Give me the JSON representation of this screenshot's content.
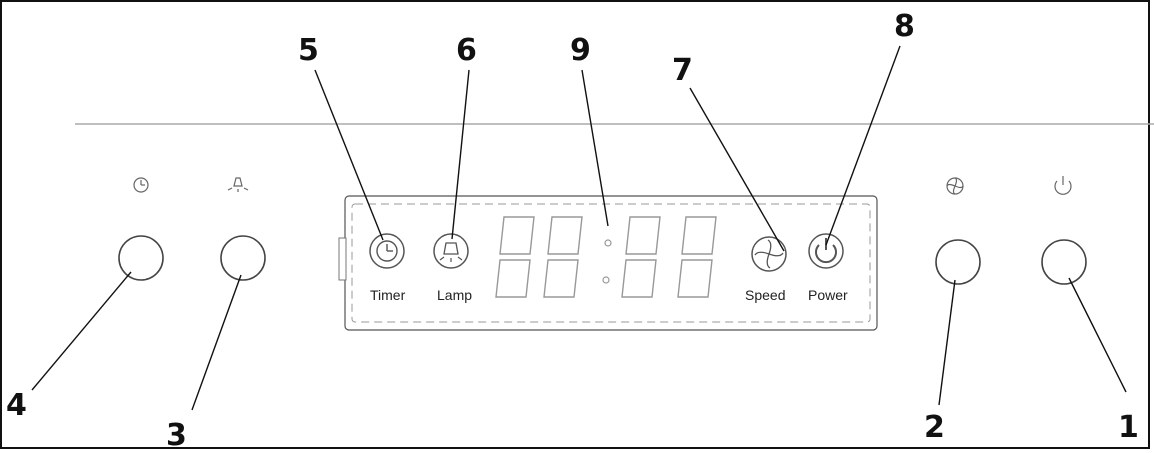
{
  "display": {
    "timer_label": "Timer",
    "lamp_label": "Lamp",
    "speed_label": "Speed",
    "power_label": "Power"
  },
  "callouts": {
    "c1": "1",
    "c2": "2",
    "c3": "3",
    "c4": "4",
    "c5": "5",
    "c6": "6",
    "c7": "7",
    "c8": "8",
    "c9": "9"
  },
  "icons": {
    "timer": "clock-icon",
    "lamp": "lamp-icon",
    "speed": "fan-icon",
    "power": "power-icon"
  }
}
